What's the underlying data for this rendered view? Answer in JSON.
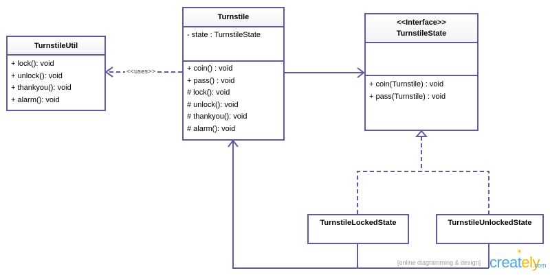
{
  "diagram": {
    "type": "UML class diagram",
    "colors": {
      "line": "#5e5a9e",
      "box_fill": "#ffffff"
    },
    "classes": {
      "turnstile_util": {
        "name": "TurnstileUtil",
        "attributes": [],
        "methods": [
          "+ lock(): void",
          "+ unlock(): void",
          "+ thankyou(): void",
          "+ alarm(): void"
        ]
      },
      "turnstile": {
        "name": "Turnstile",
        "attributes": [
          "- state : TurnstileState"
        ],
        "methods": [
          "+ coin() : void",
          "+ pass() : void",
          "# lock(): void",
          "# unlock(): void",
          "# thankyou(): void",
          "# alarm(): void"
        ]
      },
      "turnstile_state": {
        "stereotype": "<<Interface>>",
        "name": "TurnstileState",
        "attributes": [],
        "methods": [
          "+ coin(Turnstile) : void",
          "+ pass(Turnstile) : void"
        ]
      },
      "locked_state": {
        "name": "TurnstileLockedState"
      },
      "unlocked_state": {
        "name": "TurnstileUnlockedState"
      }
    },
    "relationships": [
      {
        "from": "Turnstile",
        "to": "TurnstileUtil",
        "kind": "dependency",
        "label": "<<uses>>"
      },
      {
        "from": "Turnstile",
        "to": "TurnstileState",
        "kind": "association"
      },
      {
        "from": "TurnstileLockedState",
        "to": "TurnstileState",
        "kind": "realization"
      },
      {
        "from": "TurnstileUnlockedState",
        "to": "TurnstileState",
        "kind": "realization"
      },
      {
        "from": "TurnstileLockedState",
        "to": "Turnstile",
        "kind": "association"
      },
      {
        "from": "TurnstileUnlockedState",
        "to": "Turnstile",
        "kind": "association"
      }
    ]
  },
  "watermark": {
    "tagline": "[online diagramming & design]",
    "brand_main": "creat",
    "brand_accent": "ely",
    "brand_suffix": ".com"
  }
}
